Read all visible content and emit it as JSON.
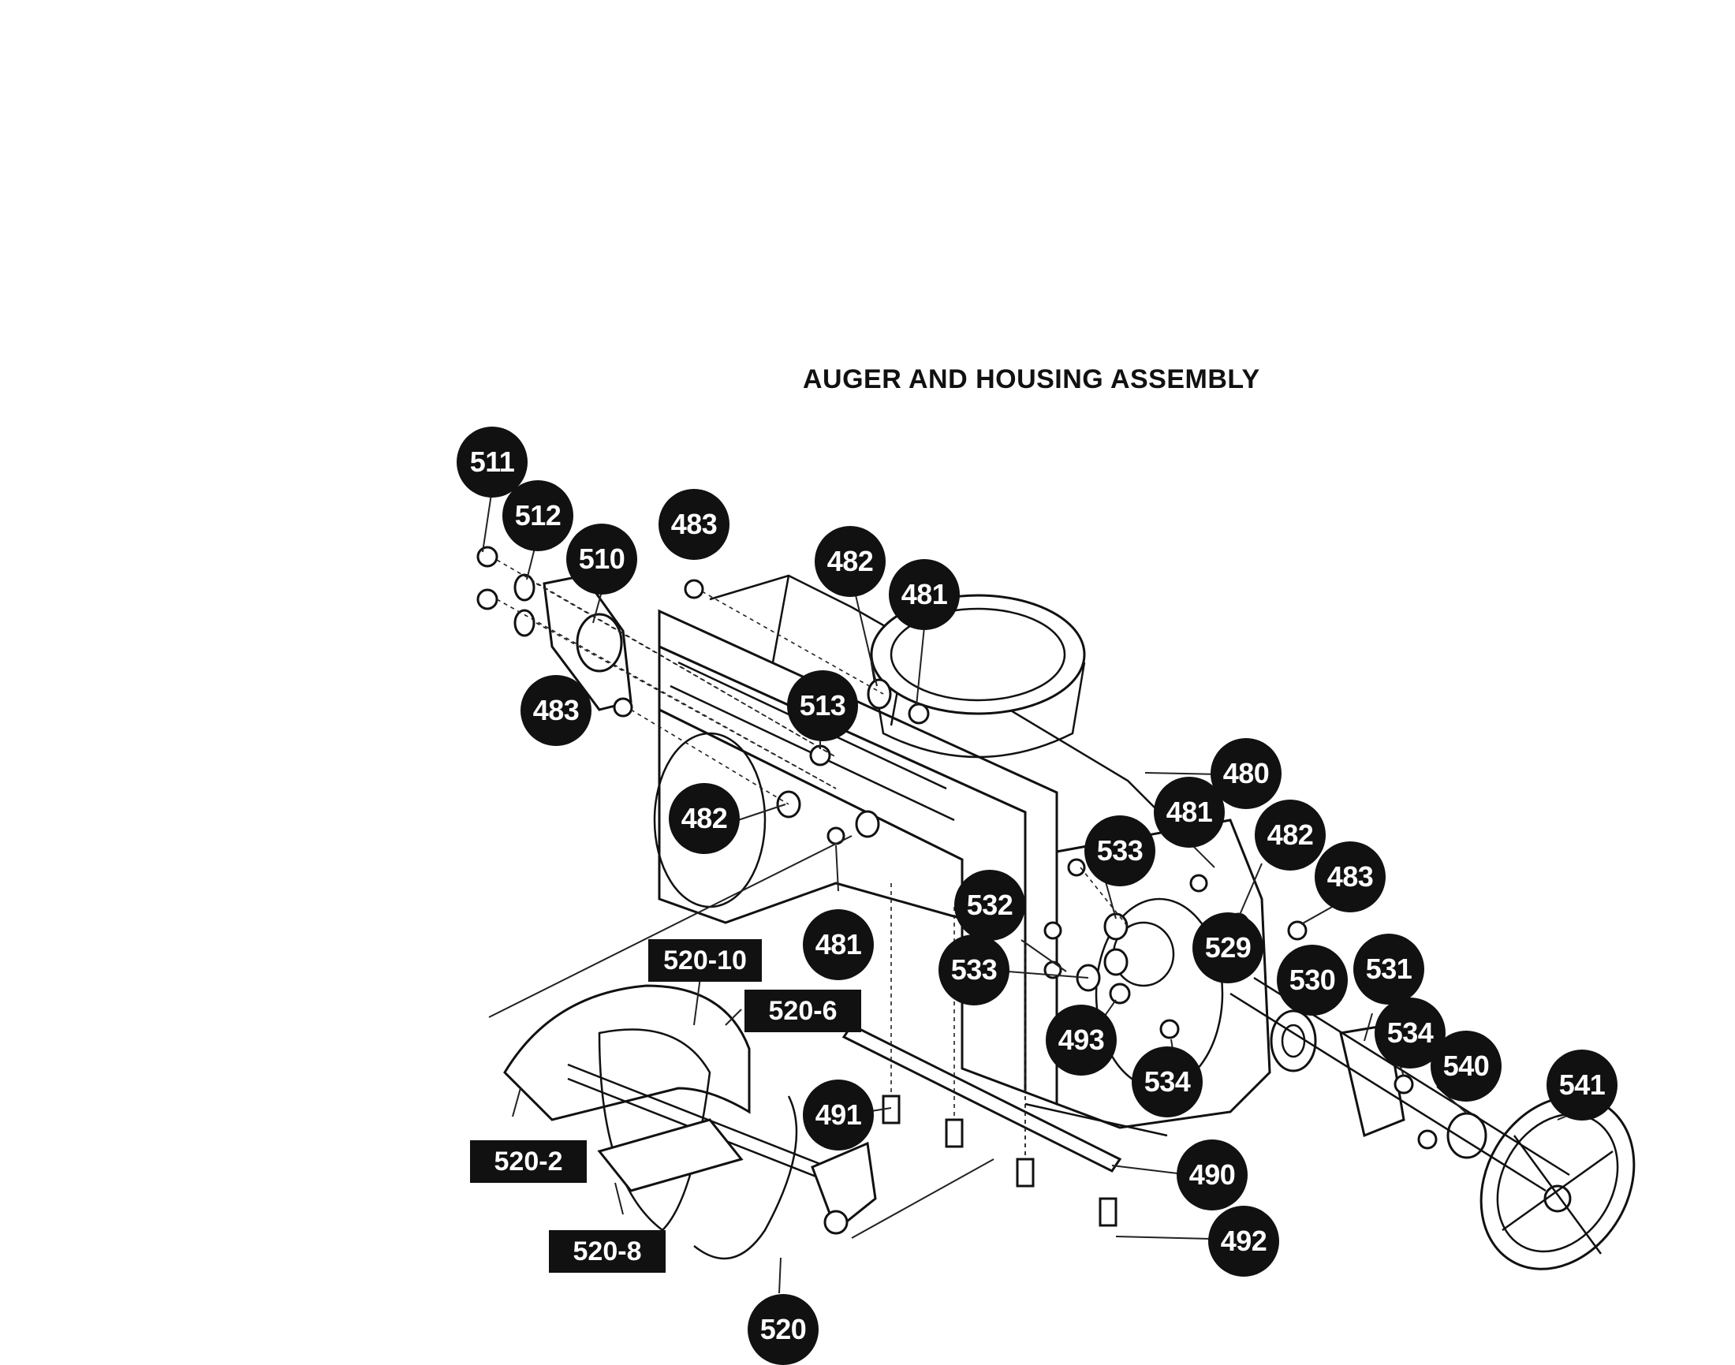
{
  "title": "AUGER AND HOUSING ASSEMBLY",
  "callouts": {
    "c511": "511",
    "c512": "512",
    "c510": "510",
    "c483a": "483",
    "c482a": "482",
    "c481a": "481",
    "c483b": "483",
    "c513": "513",
    "c482b": "482",
    "c481b": "481",
    "c480": "480",
    "c481c": "481",
    "c482c": "482",
    "c483c": "483",
    "c533a": "533",
    "c532": "532",
    "c533b": "533",
    "c529": "529",
    "c530": "530",
    "c531": "531",
    "c534a": "534",
    "c540": "540",
    "c541": "541",
    "c493": "493",
    "c534b": "534",
    "c491": "491",
    "c490": "490",
    "c492": "492",
    "c520": "520"
  },
  "rect_labels": {
    "r520_10": "520-10",
    "r520_6": "520-6",
    "r520_2": "520-2",
    "r520_8": "520-8"
  }
}
